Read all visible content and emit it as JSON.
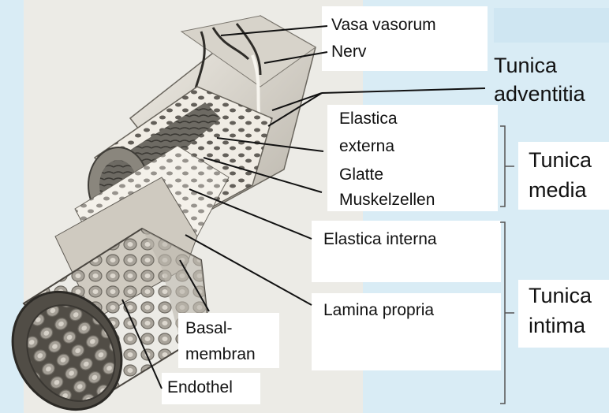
{
  "labels": {
    "vasa_vasorum": "Vasa vasorum",
    "nerv": "Nerv",
    "elastica_externa": [
      "Elastica",
      "externa"
    ],
    "glatte_muskelzellen": [
      "Glatte",
      "Muskelzellen"
    ],
    "elastica_interna": "Elastica interna",
    "lamina_propria": "Lamina propria",
    "basalmembran": [
      "Basal-",
      "membran"
    ],
    "endothel": "Endothel"
  },
  "layers": {
    "adventitia": [
      "Tunica",
      "adventitia"
    ],
    "media": [
      "Tunica",
      "media"
    ],
    "intima": [
      "Tunica",
      "intima"
    ]
  },
  "colors": {
    "background": "#d9ecf5",
    "label_box": "#ffffff",
    "leader_line": "#111111",
    "vessel_wall": "#e8e2d6"
  }
}
